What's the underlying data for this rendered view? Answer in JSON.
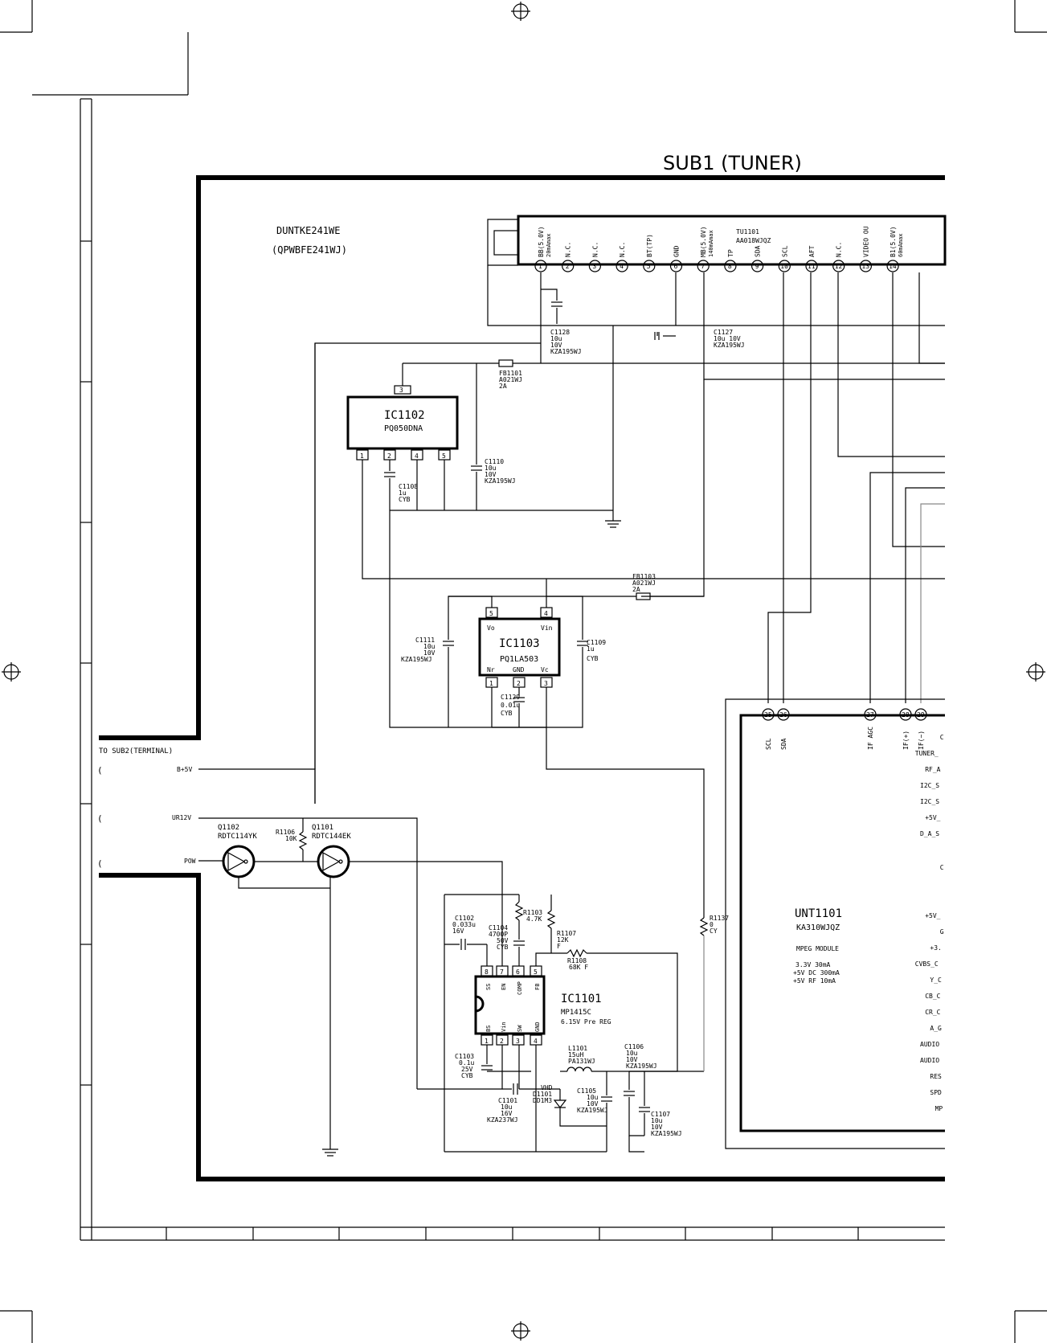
{
  "title": "SUB1 (TUNER)",
  "board": {
    "code": "DUNTKE241WE",
    "sub": "(QPWBFE241WJ)"
  },
  "tuner": {
    "ref": "TU1101",
    "part": "AA018WJQZ",
    "pins": [
      {
        "n": "1",
        "label": "BB(5.0V)",
        "note": "20mAmax"
      },
      {
        "n": "2",
        "label": "N.C.",
        "note": ""
      },
      {
        "n": "3",
        "label": "N.C.",
        "note": ""
      },
      {
        "n": "4",
        "label": "N.C.",
        "note": ""
      },
      {
        "n": "5",
        "label": "BT(TP)",
        "note": ""
      },
      {
        "n": "6",
        "label": "GND",
        "note": ""
      },
      {
        "n": "7",
        "label": "MB(5.0V)",
        "note": "140mAmax"
      },
      {
        "n": "8",
        "label": "TP",
        "note": ""
      },
      {
        "n": "9",
        "label": "SDA",
        "note": ""
      },
      {
        "n": "10",
        "label": "SCL",
        "note": ""
      },
      {
        "n": "11",
        "label": "AFT",
        "note": ""
      },
      {
        "n": "12",
        "label": "N.C.",
        "note": ""
      },
      {
        "n": "13",
        "label": "VIDEO OU",
        "note": ""
      },
      {
        "n": "14",
        "label": "B1(5.0V)",
        "note": "60mAmax"
      }
    ]
  },
  "ic1102": {
    "ref": "IC1102",
    "part": "PQ050DNA",
    "pins": [
      "3",
      "1",
      "2",
      "4",
      "5"
    ]
  },
  "ic1103": {
    "ref": "IC1103",
    "part": "PQ1LA503",
    "pins": [
      "5",
      "4",
      "1",
      "2",
      "3"
    ],
    "labels": [
      "Vo",
      "Vin",
      "Nr",
      "GND",
      "Vc"
    ]
  },
  "ic1101": {
    "ref": "IC1101",
    "part": "MP1415C",
    "desc": "6.15V Pre REG",
    "pins": [
      "8",
      "7",
      "6",
      "5",
      "1",
      "2",
      "3",
      "4"
    ],
    "labels": [
      "SS",
      "EN",
      "COMP",
      "FB",
      "BS",
      "Vin",
      "SW",
      "GND"
    ]
  },
  "unt1101": {
    "ref": "UNT1101",
    "part": "KA310WJQZ",
    "desc": "MPEG MODULE",
    "specs": [
      "3.3V   30mA",
      "+5V DC  300mA",
      "+5V RF  10mA"
    ],
    "pins": [
      {
        "n": "25",
        "label": "SCL"
      },
      {
        "n": "26",
        "label": "SDA"
      },
      {
        "n": "27",
        "label": "IF AGC"
      },
      {
        "n": "28",
        "label": "IF(+)"
      },
      {
        "n": "29",
        "label": "IF(−)"
      }
    ],
    "side_labels": [
      "C",
      "TUNER_",
      "RF_A",
      "I2C_S",
      "I2C_S",
      "+5V_",
      "D_A_S",
      "C",
      "+5V_",
      "G",
      "+3.",
      "CVBS_C",
      "Y_C",
      "CB_C",
      "CR_C",
      "A_G",
      "AUDIO",
      "AUDIO",
      "RES",
      "SPD",
      "MP"
    ]
  },
  "components": {
    "c1128": [
      "C1128",
      "10u",
      "10V",
      "KZA195WJ"
    ],
    "c1127": [
      "C1127",
      "10u  10V",
      "KZA195WJ"
    ],
    "fb1101": [
      "FB1101",
      "A021WJ",
      "2A"
    ],
    "c1110": [
      "C1110",
      "10u",
      "10V",
      "KZA195WJ"
    ],
    "c1108": [
      "C1108",
      "1u",
      "CYB"
    ],
    "fb1103": [
      "FB1103",
      "A021WJ",
      "2A"
    ],
    "c1111": [
      "C1111",
      "10u",
      "10V",
      "KZA195WJ"
    ],
    "c1109": [
      "C1109",
      "1u",
      "CYB"
    ],
    "c1129": [
      "C1129",
      "0.01u",
      "CYB"
    ],
    "q1102": [
      "Q1102",
      "RDTC114YK"
    ],
    "q1101": [
      "Q1101",
      "RDTC144EK"
    ],
    "r1106": [
      "R1106",
      "10K"
    ],
    "c1102": [
      "C1102",
      "0.033u",
      "16V"
    ],
    "c1104": [
      "C1104",
      "4700P",
      "50V",
      "CYB"
    ],
    "r1103": [
      "R1103",
      "4.7K"
    ],
    "r1107": [
      "R1107",
      "12K",
      "F"
    ],
    "r1108": [
      "R1108",
      "68K  F"
    ],
    "r1137": [
      "R1137",
      "0",
      "CY"
    ],
    "c1103": [
      "C1103",
      "0.1u",
      "25V",
      "CYB"
    ],
    "c1101": [
      "C1101",
      "10u",
      "16V",
      "KZA237WJ"
    ],
    "d1101": [
      "VHD",
      "D1101",
      "DD1M3"
    ],
    "l1101": [
      "L1101",
      "15uH",
      "PA131WJ"
    ],
    "c1106": [
      "C1106",
      "10u",
      "10V",
      "KZA195WJ"
    ],
    "c1105": [
      "C1105",
      "10u",
      "10V",
      "KZA195WJ"
    ],
    "c1107": [
      "C1107",
      "10u",
      "10V",
      "KZA195WJ"
    ]
  },
  "connector": {
    "title": "TO SUB2(TERMINAL)",
    "signals": [
      "B+5V",
      "UR12V",
      "POW"
    ]
  }
}
